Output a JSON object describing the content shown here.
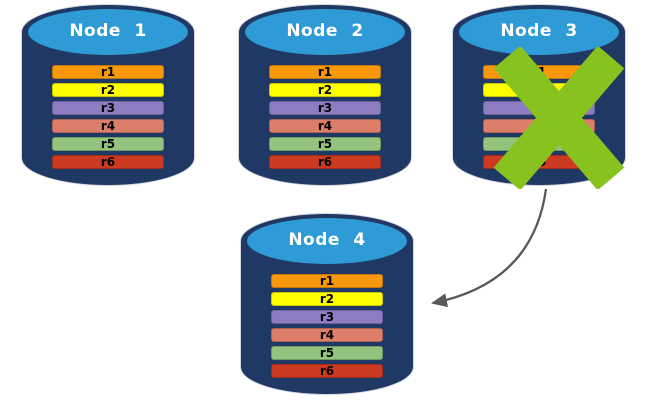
{
  "palette": {
    "background": "#FFFFFF",
    "cylinder_body": "#1F3864",
    "cylinder_top": "#2E9AD6",
    "node_title_color": "#FFFFFF",
    "replica_label_color": "#000000",
    "failure_x_color": "#87C21E",
    "arrow_color": "#595959"
  },
  "nodes": [
    {
      "label": "Node 1",
      "failed": false,
      "replicas": [
        {
          "label": "r1",
          "color": "#F8990D"
        },
        {
          "label": "r2",
          "color": "#FFFF00"
        },
        {
          "label": "r3",
          "color": "#8E7CC3"
        },
        {
          "label": "r4",
          "color": "#DD7E6B"
        },
        {
          "label": "r5",
          "color": "#93C47D"
        },
        {
          "label": "r6",
          "color": "#CC3A21"
        }
      ]
    },
    {
      "label": "Node 2",
      "failed": false,
      "replicas": [
        {
          "label": "r1",
          "color": "#F8990D"
        },
        {
          "label": "r2",
          "color": "#FFFF00"
        },
        {
          "label": "r3",
          "color": "#8E7CC3"
        },
        {
          "label": "r4",
          "color": "#DD7E6B"
        },
        {
          "label": "r5",
          "color": "#93C47D"
        },
        {
          "label": "r6",
          "color": "#CC3A21"
        }
      ]
    },
    {
      "label": "Node 3",
      "failed": true,
      "replicas": [
        {
          "label": "r1",
          "color": "#F8990D"
        },
        {
          "label": "r2",
          "color": "#FFFF00"
        },
        {
          "label": "r3",
          "color": "#8E7CC3"
        },
        {
          "label": "r4",
          "color": "#DD7E6B"
        },
        {
          "label": "r5",
          "color": "#93C47D"
        },
        {
          "label": "r6",
          "color": "#CC3A21"
        }
      ]
    },
    {
      "label": "Node 4",
      "failed": false,
      "replicas": [
        {
          "label": "r1",
          "color": "#F8990D"
        },
        {
          "label": "r2",
          "color": "#FFFF00"
        },
        {
          "label": "r3",
          "color": "#8E7CC3"
        },
        {
          "label": "r4",
          "color": "#DD7E6B"
        },
        {
          "label": "r5",
          "color": "#93C47D"
        },
        {
          "label": "r6",
          "color": "#CC3A21"
        }
      ]
    }
  ],
  "arrow": {
    "from": "Node 3",
    "to": "Node 4"
  }
}
